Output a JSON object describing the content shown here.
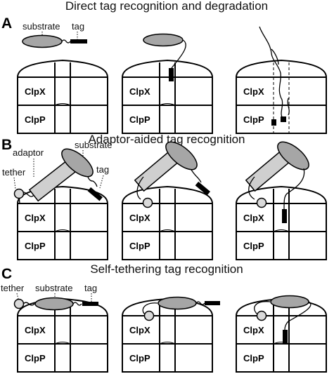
{
  "diagram": {
    "panelA": {
      "letter": "A",
      "title": "Direct tag recognition and degradation",
      "substrate_label": "substrate",
      "tag_label": "tag"
    },
    "panelB": {
      "letter": "B",
      "title": "Adaptor-aided tag recognition",
      "adaptor_label": "adaptor",
      "substrate_label": "substrate",
      "tether_label": "tether",
      "tag_label": "tag"
    },
    "panelC": {
      "letter": "C",
      "title": "Self-tethering tag recognition",
      "tether_label": "tether",
      "substrate_label": "substrate",
      "tag_label": "tag"
    },
    "clpx": "ClpX",
    "clpp": "ClpP"
  },
  "colors": {
    "substrate_fill": "#a6a6a6",
    "adaptor_fill": "#cfcfcf",
    "tether_fill": "#d9d9d9",
    "tag_fill": "#000000",
    "line": "#000000"
  }
}
